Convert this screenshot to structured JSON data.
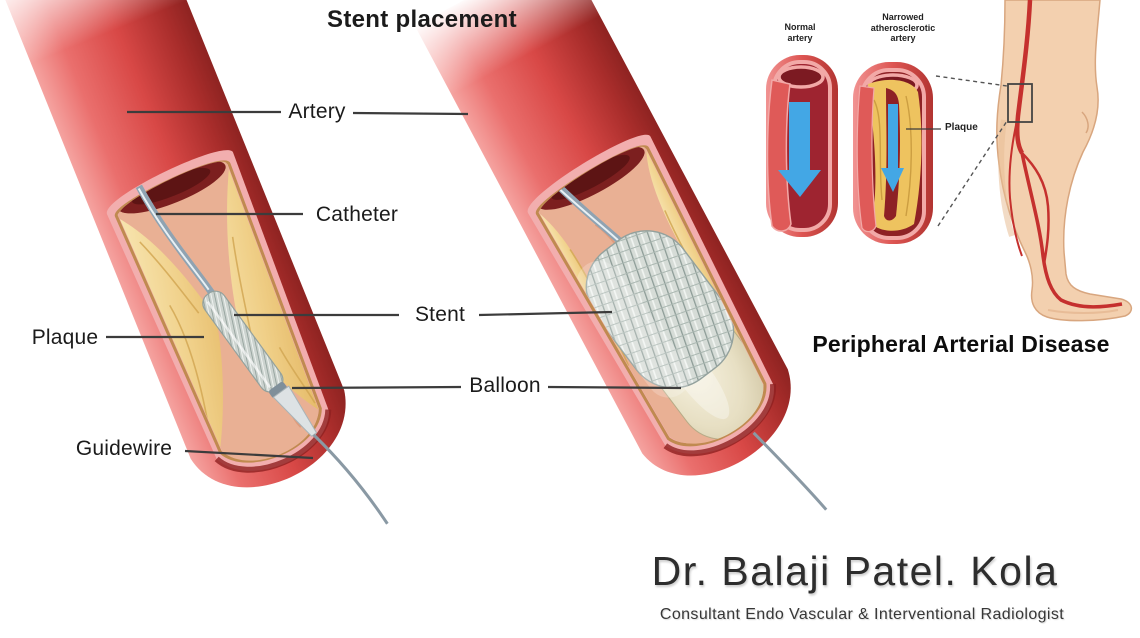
{
  "diagram": {
    "title": "Stent placement",
    "labels": {
      "artery": "Artery",
      "catheter": "Catheter",
      "plaque": "Plaque",
      "stent": "Stent",
      "balloon": "Balloon",
      "guidewire": "Guidewire"
    }
  },
  "inset": {
    "normal_label": "Normal artery",
    "narrowed_label": "Narrowed atherosclerotic artery",
    "plaque_label": "Plaque",
    "caption": "Peripheral Arterial Disease"
  },
  "credit": {
    "name": "Dr. Balaji Patel. Kola",
    "title": "Consultant Endo Vascular & Interventional Radiologist"
  },
  "colors": {
    "artery_red": "#d94f4f",
    "artery_wall_pink": "#f2aeae",
    "lumen_pink": "#e9b094",
    "plaque_yellow": "#f0d089",
    "stent_gray": "#c7cec9",
    "balloon_cream": "#e7dfc3",
    "catheter_gray": "#8fa3b2",
    "flow_arrow_blue": "#43a7e5",
    "leg_skin": "#f3d0af",
    "label_text": "#1b1b1b"
  }
}
